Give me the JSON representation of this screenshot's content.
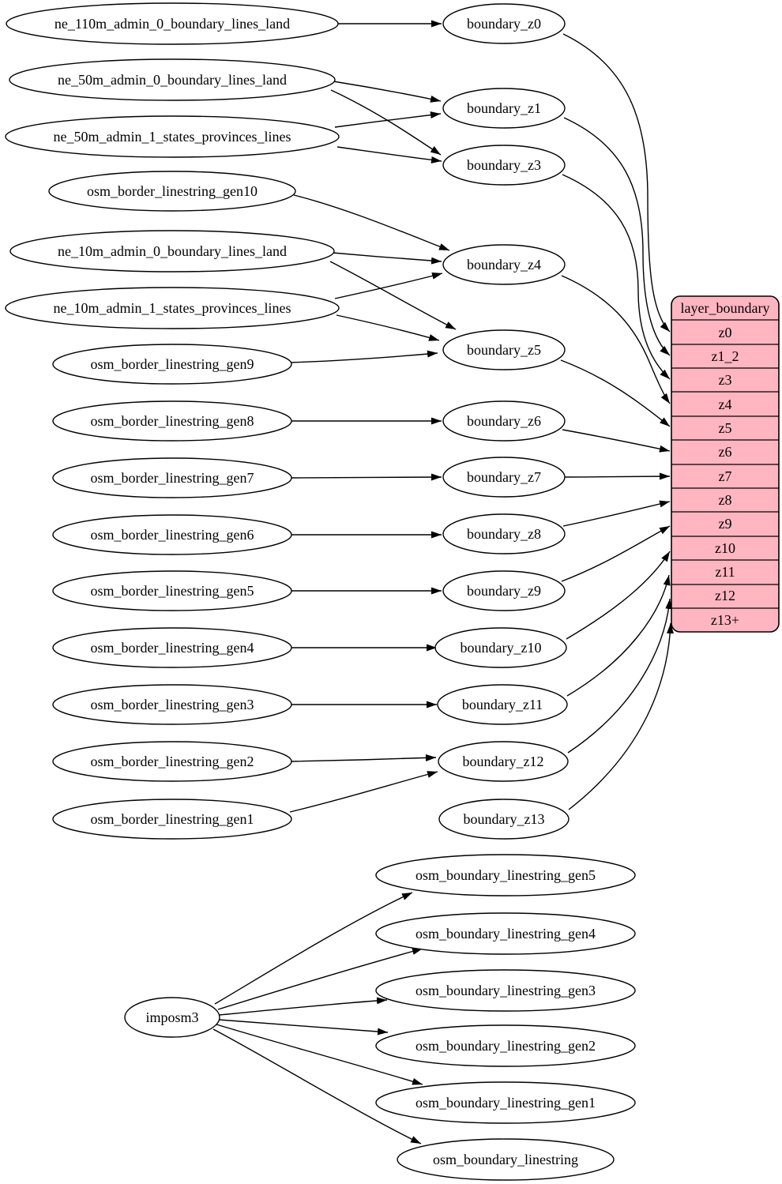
{
  "diagram_type": "etl-dependency-graph",
  "colors": {
    "background": "#ffffff",
    "node_fill": "#ffffff",
    "node_stroke": "#000000",
    "record_fill": "#ffb6c1",
    "edge_color": "#000000",
    "text_color": "#000000"
  },
  "source_tables": [
    "ne_110m_admin_0_boundary_lines_land",
    "ne_50m_admin_0_boundary_lines_land",
    "ne_50m_admin_1_states_provinces_lines",
    "osm_border_linestring_gen10",
    "ne_10m_admin_0_boundary_lines_land",
    "ne_10m_admin_1_states_provinces_lines",
    "osm_border_linestring_gen9",
    "osm_border_linestring_gen8",
    "osm_border_linestring_gen7",
    "osm_border_linestring_gen6",
    "osm_border_linestring_gen5",
    "osm_border_linestring_gen4",
    "osm_border_linestring_gen3",
    "osm_border_linestring_gen2",
    "osm_border_linestring_gen1"
  ],
  "transform_views": [
    "boundary_z0",
    "boundary_z1",
    "boundary_z3",
    "boundary_z4",
    "boundary_z5",
    "boundary_z6",
    "boundary_z7",
    "boundary_z8",
    "boundary_z9",
    "boundary_z10",
    "boundary_z11",
    "boundary_z12",
    "boundary_z13"
  ],
  "layer_record": {
    "title": "layer_boundary",
    "rows": [
      "z0",
      "z1_2",
      "z3",
      "z4",
      "z5",
      "z6",
      "z7",
      "z8",
      "z9",
      "z10",
      "z11",
      "z12",
      "z13+"
    ]
  },
  "importer": {
    "label": "imposm3"
  },
  "import_tables": [
    "osm_boundary_linestring_gen5",
    "osm_boundary_linestring_gen4",
    "osm_boundary_linestring_gen3",
    "osm_boundary_linestring_gen2",
    "osm_boundary_linestring_gen1",
    "osm_boundary_linestring"
  ],
  "edges": [
    [
      "ne_110m_admin_0_boundary_lines_land",
      "boundary_z0"
    ],
    [
      "ne_50m_admin_0_boundary_lines_land",
      "boundary_z1"
    ],
    [
      "ne_50m_admin_0_boundary_lines_land",
      "boundary_z3"
    ],
    [
      "ne_50m_admin_1_states_provinces_lines",
      "boundary_z1"
    ],
    [
      "ne_50m_admin_1_states_provinces_lines",
      "boundary_z3"
    ],
    [
      "osm_border_linestring_gen10",
      "boundary_z4"
    ],
    [
      "ne_10m_admin_0_boundary_lines_land",
      "boundary_z4"
    ],
    [
      "ne_10m_admin_0_boundary_lines_land",
      "boundary_z5"
    ],
    [
      "ne_10m_admin_1_states_provinces_lines",
      "boundary_z4"
    ],
    [
      "ne_10m_admin_1_states_provinces_lines",
      "boundary_z5"
    ],
    [
      "osm_border_linestring_gen9",
      "boundary_z5"
    ],
    [
      "osm_border_linestring_gen8",
      "boundary_z6"
    ],
    [
      "osm_border_linestring_gen7",
      "boundary_z7"
    ],
    [
      "osm_border_linestring_gen6",
      "boundary_z8"
    ],
    [
      "osm_border_linestring_gen5",
      "boundary_z9"
    ],
    [
      "osm_border_linestring_gen4",
      "boundary_z10"
    ],
    [
      "osm_border_linestring_gen3",
      "boundary_z11"
    ],
    [
      "osm_border_linestring_gen2",
      "boundary_z12"
    ],
    [
      "osm_border_linestring_gen1",
      "boundary_z12"
    ],
    [
      "boundary_z0",
      "layer_boundary:z0"
    ],
    [
      "boundary_z1",
      "layer_boundary:z1_2"
    ],
    [
      "boundary_z3",
      "layer_boundary:z3"
    ],
    [
      "boundary_z4",
      "layer_boundary:z4"
    ],
    [
      "boundary_z5",
      "layer_boundary:z5"
    ],
    [
      "boundary_z6",
      "layer_boundary:z6"
    ],
    [
      "boundary_z7",
      "layer_boundary:z7"
    ],
    [
      "boundary_z8",
      "layer_boundary:z8"
    ],
    [
      "boundary_z9",
      "layer_boundary:z9"
    ],
    [
      "boundary_z10",
      "layer_boundary:z10"
    ],
    [
      "boundary_z11",
      "layer_boundary:z11"
    ],
    [
      "boundary_z12",
      "layer_boundary:z12"
    ],
    [
      "boundary_z13",
      "layer_boundary:z13+"
    ],
    [
      "imposm3",
      "osm_boundary_linestring_gen5"
    ],
    [
      "imposm3",
      "osm_boundary_linestring_gen4"
    ],
    [
      "imposm3",
      "osm_boundary_linestring_gen3"
    ],
    [
      "imposm3",
      "osm_boundary_linestring_gen2"
    ],
    [
      "imposm3",
      "osm_boundary_linestring_gen1"
    ],
    [
      "imposm3",
      "osm_boundary_linestring"
    ]
  ]
}
